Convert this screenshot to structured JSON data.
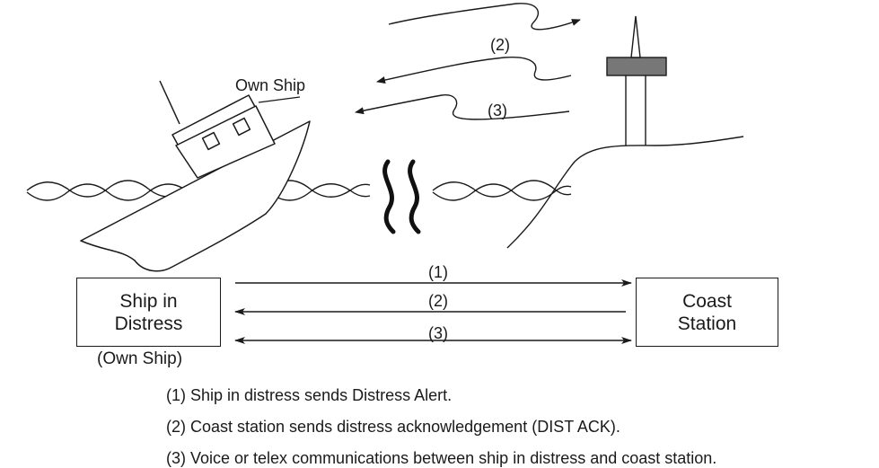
{
  "own_ship_label": "Own Ship",
  "wave_labels": {
    "msg2": "(2)",
    "msg3": "(3)"
  },
  "ship_box": {
    "line1": "Ship in",
    "line2": "Distress",
    "sublabel": "(Own Ship)"
  },
  "coast_box": {
    "line1": "Coast",
    "line2": "Station"
  },
  "arrows": [
    {
      "label": "(1)",
      "direction": "to-coast"
    },
    {
      "label": "(2)",
      "direction": "to-ship"
    },
    {
      "label": "(3)",
      "direction": "both"
    }
  ],
  "descriptions": [
    "(1) Ship in distress sends Distress Alert.",
    "(2) Coast station sends distress acknowledgement (DIST ACK).",
    "(3) Voice or telex communications between ship in distress and coast station."
  ]
}
